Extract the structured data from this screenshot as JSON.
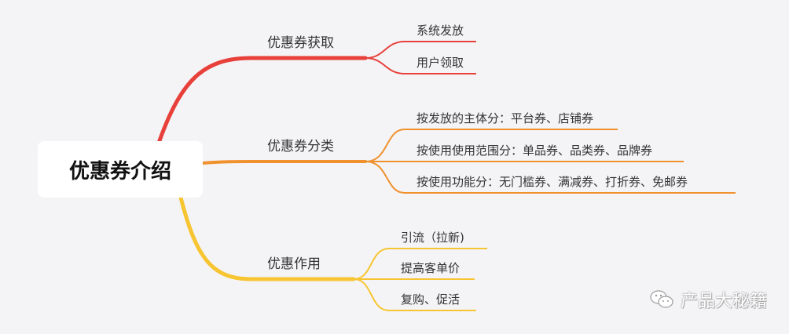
{
  "root": {
    "label": "优惠券介绍"
  },
  "branches": [
    {
      "label": "优惠券获取",
      "color": "#e8403a",
      "children": [
        "系统发放",
        "用户领取"
      ]
    },
    {
      "label": "优惠券分类",
      "color": "#f0912e",
      "children": [
        "按发放的主体分：平台券、店铺券",
        "按使用使用范围分：单品券、品类券、品牌券",
        "按使用功能分：无门槛券、满减券、打折券、免邮券"
      ]
    },
    {
      "label": "优惠作用",
      "color": "#f7c531",
      "children": [
        "引流（拉新)",
        "提高客单价",
        "复购、促活"
      ]
    }
  ],
  "watermark": {
    "text": "产品大秘籍",
    "icon": "wechat-icon"
  }
}
